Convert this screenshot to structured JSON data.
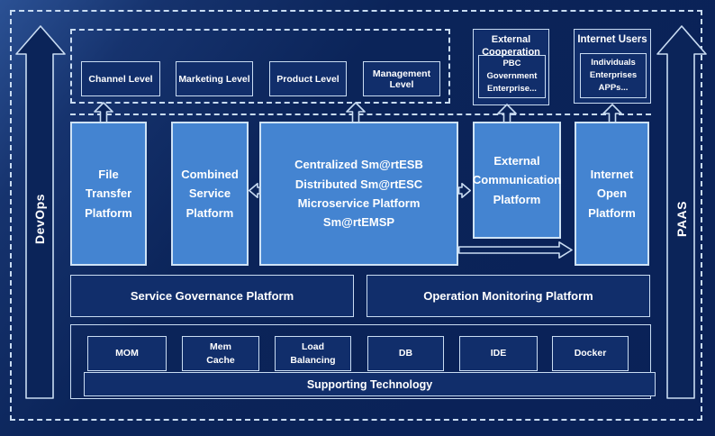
{
  "colors": {
    "bg_dark": "#0B2459",
    "bg_sheen": "#2B5194",
    "box_light_fill": "#4484D1",
    "box_light_border": "#CFE3F6",
    "box_dark_fill": "#112E6B",
    "line_light": "#C9DCF2",
    "text_white": "#FFFFFF"
  },
  "side_rails": {
    "left_label": "DevOps",
    "right_label": "PAAS"
  },
  "levels": {
    "items": [
      {
        "label": "Channel Level"
      },
      {
        "label": "Marketing Level"
      },
      {
        "label": "Product Level"
      },
      {
        "label": "Management Level"
      }
    ]
  },
  "external_cooperation": {
    "title_lines": [
      "External",
      "Cooperation"
    ],
    "inner_lines": [
      "PBC Government",
      "Enterprise..."
    ]
  },
  "internet_users": {
    "title": "Internet Users",
    "inner_lines": [
      "Individuals",
      "Enterprises",
      "APPs..."
    ]
  },
  "platforms": {
    "file_transfer": {
      "lines": [
        "File",
        "Transfer",
        "Platform"
      ]
    },
    "combined_service": {
      "lines": [
        "Combined",
        "Service",
        "Platform"
      ]
    },
    "central": {
      "lines": [
        "Centralized Sm@rtESB",
        "Distributed Sm@rtESC",
        "Microservice Platform Sm@rtEMSP"
      ]
    },
    "external_communication": {
      "lines": [
        "External",
        "Communication",
        "Platform"
      ]
    },
    "internet_open": {
      "lines": [
        "Internet",
        "Open",
        "Platform"
      ]
    }
  },
  "governance": {
    "service": "Service Governance Platform",
    "operation": "Operation Monitoring Platform"
  },
  "supporting": {
    "technologies": [
      {
        "lines": [
          "MOM"
        ]
      },
      {
        "lines": [
          "Mem",
          "Cache"
        ]
      },
      {
        "lines": [
          "Load",
          "Balancing"
        ]
      },
      {
        "lines": [
          "DB"
        ]
      },
      {
        "lines": [
          "IDE"
        ]
      },
      {
        "lines": [
          "Docker"
        ]
      }
    ],
    "bar_label": "Supporting Technology"
  }
}
